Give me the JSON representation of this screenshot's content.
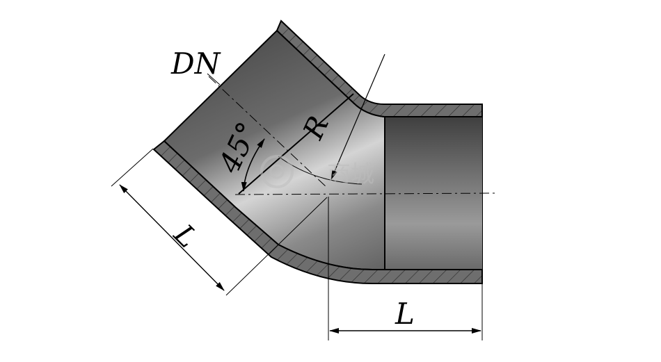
{
  "labels": {
    "dn": "DN",
    "angle": "45°",
    "radius": "R",
    "length_diag": "L",
    "length_horiz": "L"
  },
  "watermark": {
    "text": "商城"
  },
  "colors": {
    "body_dark": "#5a5a5a",
    "body_light": "#d9d9d9",
    "wall": "#6b6b6b",
    "outline": "#000000",
    "background": "#ffffff"
  }
}
